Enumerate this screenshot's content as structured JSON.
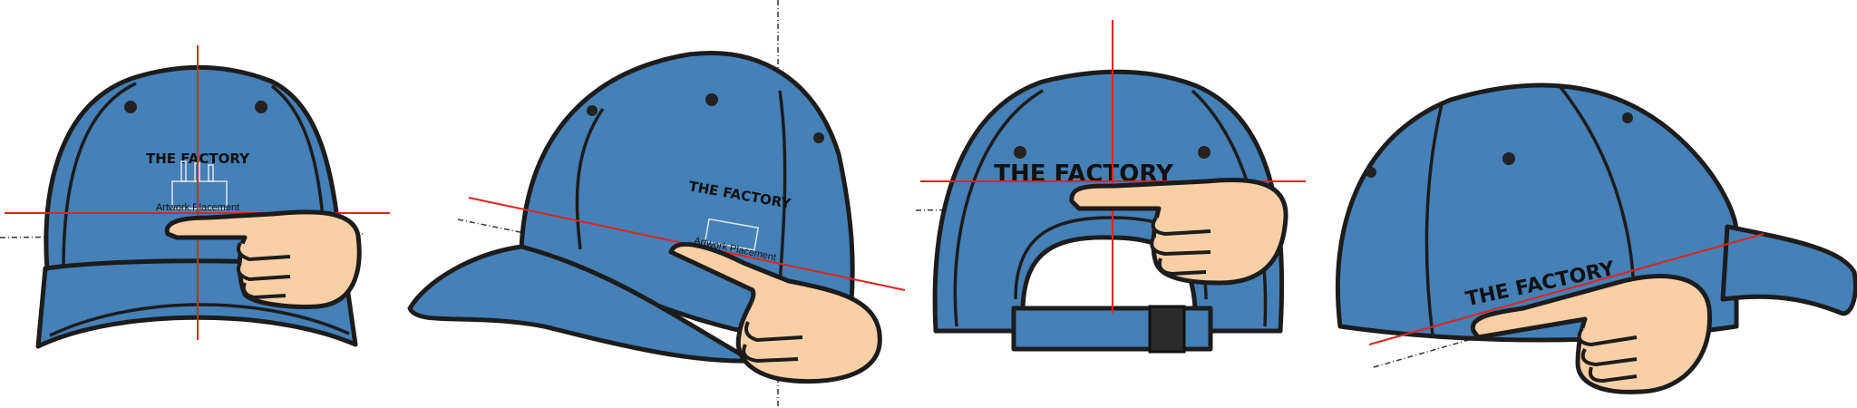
{
  "views": [
    {
      "name": "front",
      "logo_text": "THE FACTORY",
      "placement_label": "Artwork Placement"
    },
    {
      "name": "three-quarter",
      "logo_text": "THE FACTORY",
      "placement_label": "Artwork Placement"
    },
    {
      "name": "back",
      "logo_text": "THE FACTORY"
    },
    {
      "name": "side",
      "logo_text": "THE FACTORY"
    }
  ],
  "colors": {
    "cap": "#4580b6",
    "outline": "#1c1c1c",
    "hand": "#f9cfa6",
    "guide": "#e0241f"
  }
}
